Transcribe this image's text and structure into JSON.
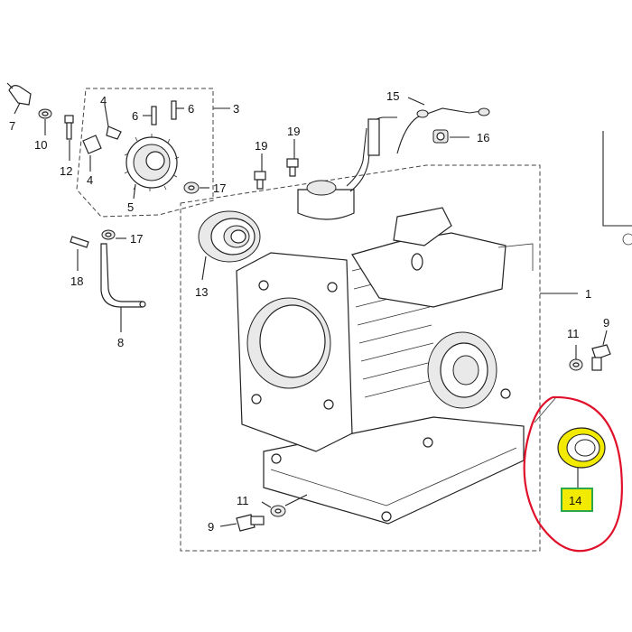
{
  "labels": {
    "p1": "1",
    "p3": "3",
    "p5": "5",
    "p6a": "6",
    "p6b": "6",
    "p7": "7",
    "p8": "8",
    "p9a": "9",
    "p9b": "9",
    "p10": "10",
    "p11a": "11",
    "p11b": "11",
    "p12": "12",
    "p13": "13",
    "p14": "14",
    "p15": "15",
    "p16": "16",
    "p17a": "17",
    "p17b": "17",
    "p18": "18",
    "p19a": "19",
    "p19b": "19"
  },
  "colors": {
    "highlight_circle": "#e0102a",
    "highlight_seal": "#f2ea00",
    "label_box_fill": "#f2ea00",
    "label_box_border": "#2aa84a"
  }
}
